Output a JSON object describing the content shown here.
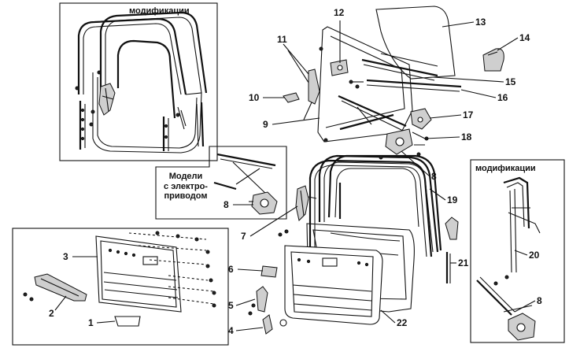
{
  "captions": {
    "mod_top_left": "модификации",
    "mod_right": "модификации",
    "electric_line1": "Модели",
    "electric_line2": "с электро-",
    "electric_line3": "приводом"
  },
  "callouts": {
    "c1": "1",
    "c2": "2",
    "c3": "3",
    "c4": "4",
    "c5": "5",
    "c6": "6",
    "c7": "7",
    "c8a": "8",
    "c8b": "8",
    "c8c": "8",
    "c9": "9",
    "c10": "10",
    "c11": "11",
    "c12": "12",
    "c13": "13",
    "c14": "14",
    "c15": "15",
    "c16": "16",
    "c17": "17",
    "c18": "18",
    "c19": "19",
    "c20": "20",
    "c21": "21",
    "c22": "22"
  }
}
